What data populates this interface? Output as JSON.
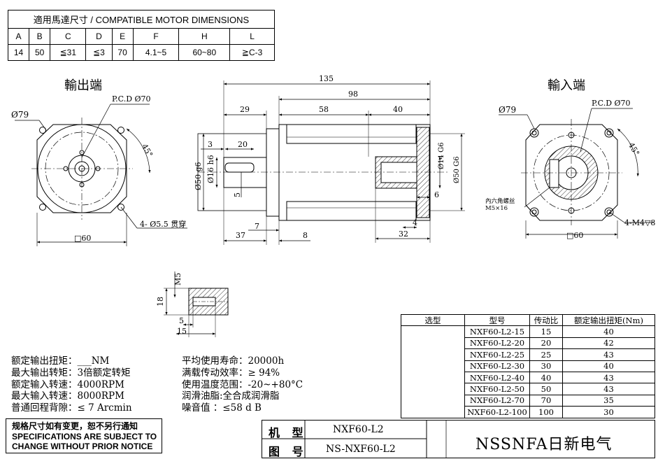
{
  "compat_table": {
    "title": "適用馬達尺寸 / COMPATIBLE MOTOR DIMENSIONS",
    "headers": [
      "A",
      "B",
      "C",
      "D",
      "E",
      "F",
      "H",
      "L"
    ],
    "values": [
      "14",
      "50",
      "≦31",
      "≦3",
      "70",
      "4.1~5",
      "60~80",
      "≧C-3"
    ]
  },
  "views": {
    "output_label": "輸出端",
    "input_label": "輸入端"
  },
  "dims": {
    "d79_left": "Ø79",
    "pcd_left": "P.C.D Ø70",
    "angle_left": "45°",
    "holes_left": "4- Ø5.5 贯穿",
    "sq_left": "□60",
    "l135": "135",
    "l98": "98",
    "l29": "29",
    "l58": "58",
    "l40": "40",
    "l3": "3",
    "l20": "20",
    "d50g6": "Ø50 g6",
    "d16h6": "Ø16 h6",
    "l5": "5",
    "d14g6": "Ø14 G6",
    "d50g6b": "Ø50 G6",
    "l6": "6",
    "l7": "7",
    "l4": "4",
    "l37": "37",
    "l8": "8",
    "l32": "32",
    "d79_right": "Ø79",
    "pcd_right": "P.C.D Ø70",
    "angle_right": "45°",
    "screw1": "內六角螺丝",
    "screw2": "M5×16",
    "holes_right": "4-M4▽8",
    "sq_right": "□60",
    "m5": "M5",
    "l18": "18",
    "l5b": "5",
    "l15": "15"
  },
  "models": {
    "headers": [
      "选型",
      "型号",
      "传动比",
      "额定输出扭矩(Nm)"
    ],
    "rows": [
      [
        "NXF60-L2-15",
        "15",
        "40"
      ],
      [
        "NXF60-L2-20",
        "20",
        "42"
      ],
      [
        "NXF60-L2-25",
        "25",
        "43"
      ],
      [
        "NXF60-L2-30",
        "30",
        "40"
      ],
      [
        "NXF60-L2-40",
        "40",
        "43"
      ],
      [
        "NXF60-L2-50",
        "50",
        "43"
      ],
      [
        "NXF60-L2-70",
        "70",
        "35"
      ],
      [
        "NXF60-L2-100",
        "100",
        "30"
      ]
    ]
  },
  "specs_left": [
    "额定输出扭矩：___NM",
    "最大输出转矩：3倍额定转矩",
    "额定输入转速：4000RPM",
    "最大输入转速：8000RPM",
    "普通回程背隙：≤ 7 Arcmin"
  ],
  "specs_right": [
    "平均使用寿命：20000h",
    "满载传动效率：≥  94%",
    "使用温度范围：-20~+80°C",
    "润滑油脂:全合成润滑脂",
    "噪音值       ：≤58 d B"
  ],
  "notice": {
    "line1": "规格尺寸如有变更，恕不另行通知",
    "line2": "SPECIFICATIONS ARE SUBJECT TO",
    "line3": "CHANGE WITHOUT PRIOR NOTICE"
  },
  "title_block": {
    "model_label": "机 型",
    "model_value": "NXF60-L2",
    "drawing_label": "图 号",
    "drawing_value": "NS-NXF60-L2",
    "brand": "NSSNFA日新电气"
  }
}
